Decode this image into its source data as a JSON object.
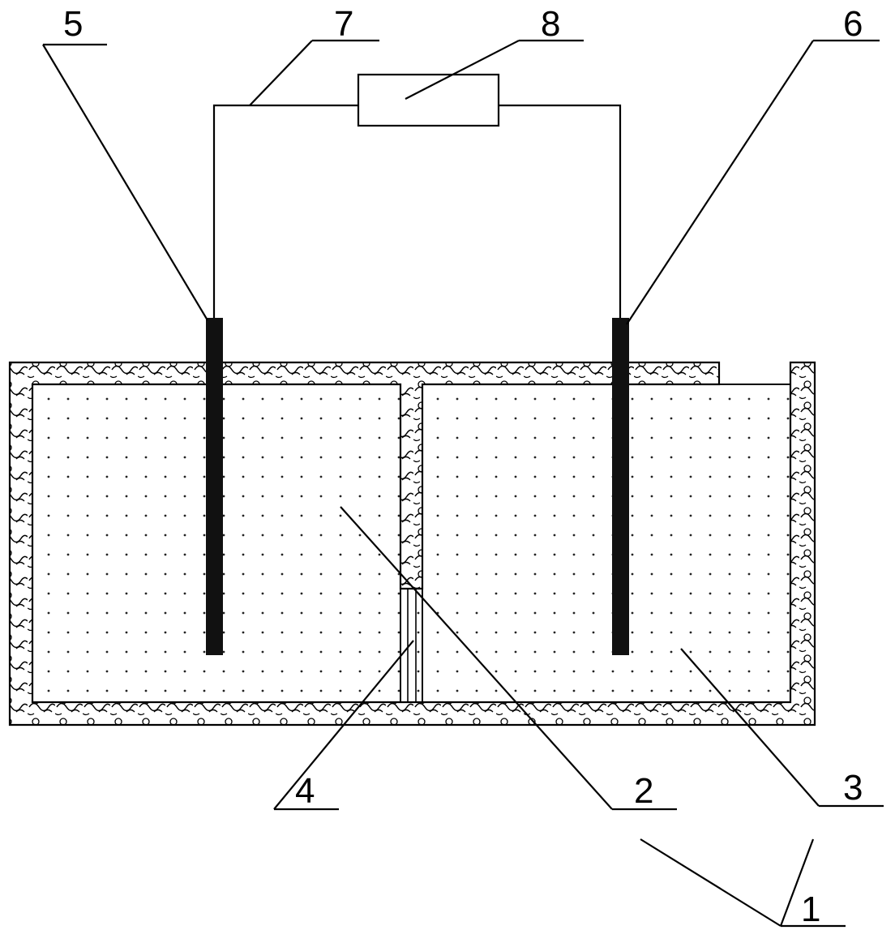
{
  "labels": {
    "l1": "1",
    "l2": "2",
    "l3": "3",
    "l4": "4",
    "l5": "5",
    "l6": "6",
    "l7": "7",
    "l8": "8"
  },
  "colors": {
    "line": "#000000",
    "electrode": "#111111",
    "background": "#ffffff",
    "dots": "#222222"
  },
  "icons": {
    "insulation": "hatched-insulation-pattern",
    "electrolyte": "dotted-fill-pattern"
  }
}
